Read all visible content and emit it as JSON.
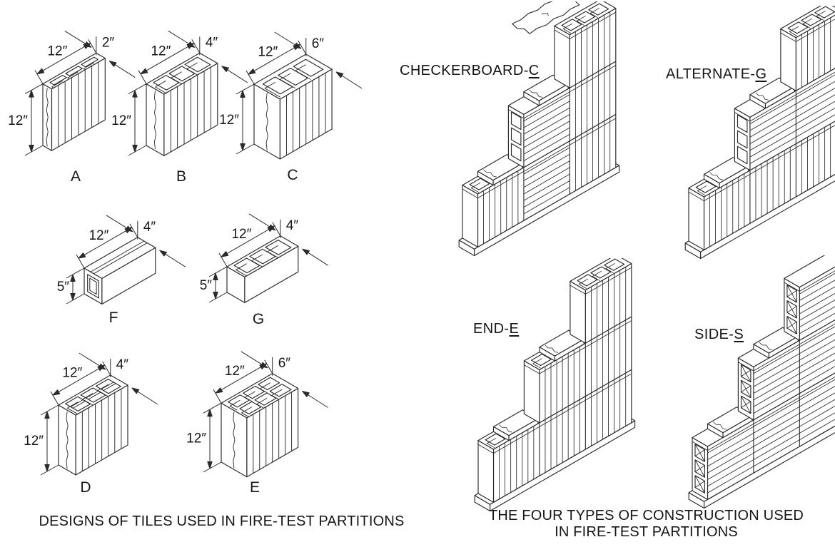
{
  "page": {
    "background": "#ffffff",
    "line_color": "#2a2a2a",
    "text_color": "#161616"
  },
  "left_panel": {
    "caption": "DESIGNS OF TILES USED IN FIRE-TEST PARTITIONS",
    "tiles": [
      {
        "label": "A",
        "dim_length": "12″",
        "dim_depth": "2″",
        "dim_height": "12″",
        "L": 12,
        "D": 2,
        "H": 12,
        "s": 7.2,
        "ox": 52,
        "oy": 186,
        "ribs": true,
        "cells": [
          3,
          1
        ],
        "score": true
      },
      {
        "label": "B",
        "dim_length": "12″",
        "dim_depth": "4″",
        "dim_height": "12″",
        "L": 12,
        "D": 4,
        "H": 12,
        "s": 7.2,
        "ox": 50,
        "oy": 186,
        "ribs": true,
        "cells": [
          3,
          1
        ],
        "score": true
      },
      {
        "label": "C",
        "dim_length": "12″",
        "dim_depth": "6″",
        "dim_height": "12″",
        "L": 12,
        "D": 6,
        "H": 12,
        "s": 7.0,
        "ox": 48,
        "oy": 190,
        "ribs": true,
        "cells": [
          3,
          1
        ],
        "score": true
      },
      {
        "label": "F",
        "dim_length": "12″",
        "dim_depth": "4″",
        "dim_height": "5″",
        "L": 12,
        "D": 4,
        "H": 5,
        "s": 7.2,
        "ox": 56,
        "oy": 126,
        "grooves": true,
        "endcell": true
      },
      {
        "label": "G",
        "dim_length": "12″",
        "dim_depth": "4″",
        "dim_height": "5″",
        "L": 12,
        "D": 4,
        "H": 5,
        "s": 7.2,
        "ox": 56,
        "oy": 128,
        "cells": [
          3,
          1
        ]
      },
      {
        "label": "D",
        "dim_length": "12″",
        "dim_depth": "4″",
        "dim_height": "12″",
        "L": 12,
        "D": 4,
        "H": 12,
        "s": 7.0,
        "ox": 50,
        "oy": 182,
        "ribs": true,
        "cells": [
          3,
          1
        ],
        "midlines": true,
        "score": true
      },
      {
        "label": "E",
        "dim_length": "12″",
        "dim_depth": "6″",
        "dim_height": "12″",
        "L": 12,
        "D": 6,
        "H": 12,
        "s": 6.9,
        "ox": 48,
        "oy": 186,
        "ribs": true,
        "cells": [
          3,
          2
        ],
        "score": true
      }
    ]
  },
  "right_panel": {
    "caption_line1": "THE FOUR TYPES OF CONSTRUCTION USED",
    "caption_line2": "IN FIRE-TEST PARTITIONS",
    "constructions": [
      {
        "prefix": "CHECKERBOARD-",
        "letter": "C",
        "underline": true,
        "s": 6.2,
        "ox": 36,
        "oy": 332,
        "floating_slab": true,
        "xcells": false,
        "courses": [
          {
            "n": 3,
            "types": [
              "E",
              "S",
              "E"
            ]
          },
          {
            "n": 2,
            "types": [
              "S",
              "E"
            ]
          },
          {
            "n": 1,
            "types": [
              "E"
            ]
          }
        ]
      },
      {
        "prefix": "ALTERNATE-",
        "letter": "G",
        "underline": true,
        "s": 6.2,
        "ox": 20,
        "oy": 330,
        "floating_slab": false,
        "xcells": false,
        "courses": [
          {
            "n": 3,
            "types": [
              "E",
              "E",
              "E"
            ]
          },
          {
            "n": 2,
            "types": [
              "S",
              "S"
            ]
          },
          {
            "n": 1,
            "types": [
              "E"
            ]
          }
        ]
      },
      {
        "prefix": "END-",
        "letter": "E",
        "underline": true,
        "s": 6.2,
        "ox": 42,
        "oy": 330,
        "floating_slab": false,
        "xcells": false,
        "courses": [
          {
            "n": 3,
            "types": [
              "E",
              "E",
              "E"
            ]
          },
          {
            "n": 2,
            "types": [
              "E",
              "E"
            ]
          },
          {
            "n": 1,
            "types": [
              "E"
            ]
          }
        ]
      },
      {
        "prefix": "SIDE-",
        "letter": "S",
        "underline": true,
        "s": 6.2,
        "ox": 22,
        "oy": 330,
        "floating_slab": false,
        "xcells": true,
        "courses": [
          {
            "n": 3,
            "types": [
              "S",
              "S",
              "S"
            ]
          },
          {
            "n": 2,
            "types": [
              "S",
              "S"
            ]
          },
          {
            "n": 1,
            "types": [
              "S"
            ]
          }
        ]
      }
    ]
  }
}
